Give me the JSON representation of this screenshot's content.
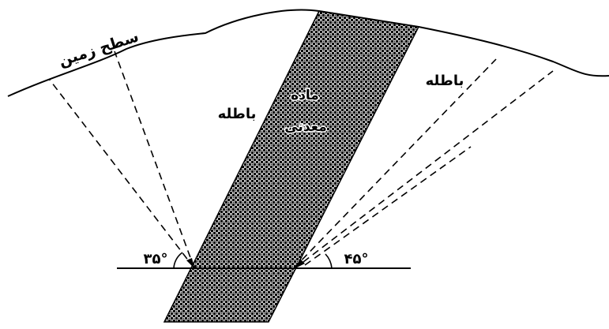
{
  "labels": {
    "ground_surface": "سطح زمین",
    "waste_rock_left": "باطله",
    "waste_rock_right": "باطله",
    "ore_body_line1": "ماده",
    "ore_body_line2": "معدنی",
    "angle_left": "۳۵°",
    "angle_right": "۴۵°"
  },
  "angles": {
    "left_deg": 35,
    "right_deg": 45
  }
}
